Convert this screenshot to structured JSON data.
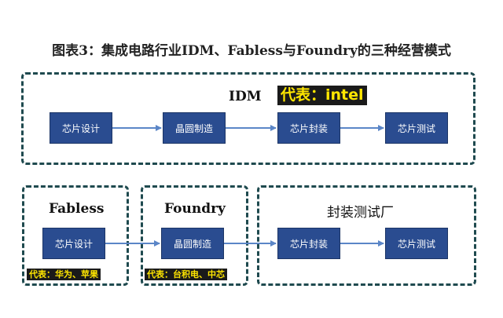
{
  "title": "图表3：集成电路行业IDM、Fabless与Foundry的三种经营模式",
  "idm": {
    "label": "IDM",
    "rep": "代表：intel",
    "steps": [
      "芯片设计",
      "晶圆制造",
      "芯片封装",
      "芯片测试"
    ]
  },
  "fabless": {
    "label": "Fabless",
    "step": "芯片设计",
    "rep": "代表：华为、苹果"
  },
  "foundry": {
    "label": "Foundry",
    "step": "晶圆制造",
    "rep": "代表：台积电、中芯"
  },
  "osat": {
    "label": "封装测试厂",
    "steps": [
      "芯片封装",
      "芯片测试"
    ]
  },
  "colors": {
    "box": "#2a4c90",
    "border": "#1f4a4f",
    "arrow": "#5b86c7",
    "highlight": "#ffe600"
  }
}
